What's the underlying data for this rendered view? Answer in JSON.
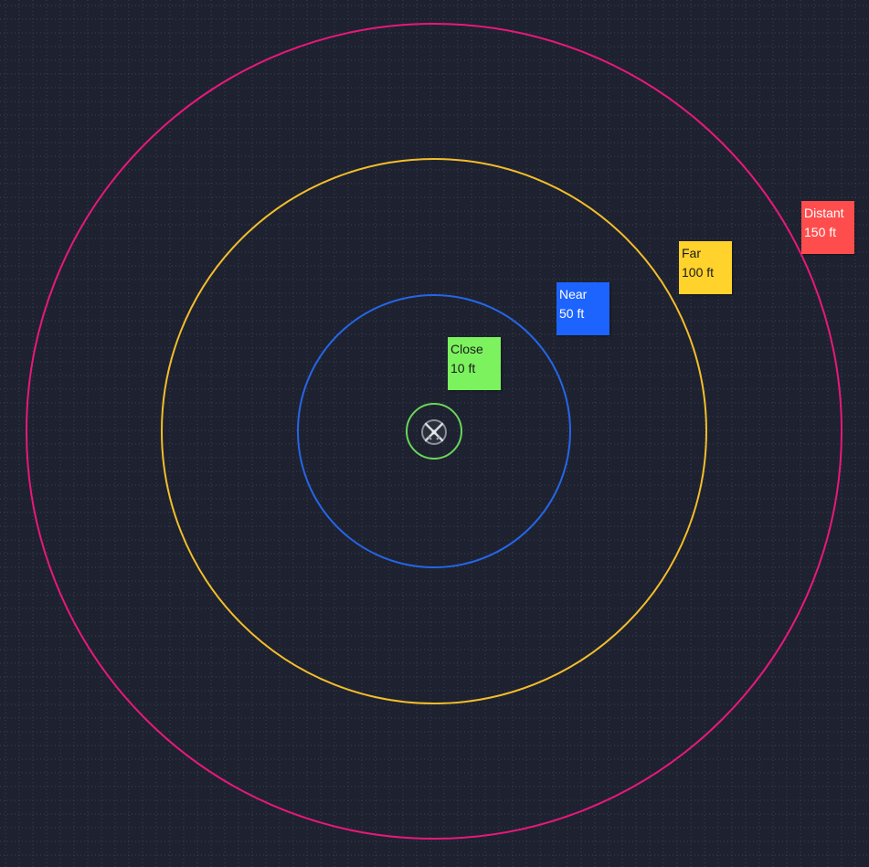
{
  "map": {
    "background_color": "#1e2230",
    "grid_color": "#3a3f4f",
    "grid": true
  },
  "token": {
    "icon": "crossed-swords-icon",
    "ring_color": "#6ad55a"
  },
  "ranges": [
    {
      "name": "Close",
      "distance": "10 ft",
      "color": "#7cf35e",
      "ring_color": "#6ad55a"
    },
    {
      "name": "Near",
      "distance": "50 ft",
      "color": "#1d64ff",
      "ring_color": "#2566e8"
    },
    {
      "name": "Far",
      "distance": "100 ft",
      "color": "#ffd22c",
      "ring_color": "#f4be2a"
    },
    {
      "name": "Distant",
      "distance": "150 ft",
      "color": "#ff4d4d",
      "ring_color": "#e8187a"
    }
  ]
}
